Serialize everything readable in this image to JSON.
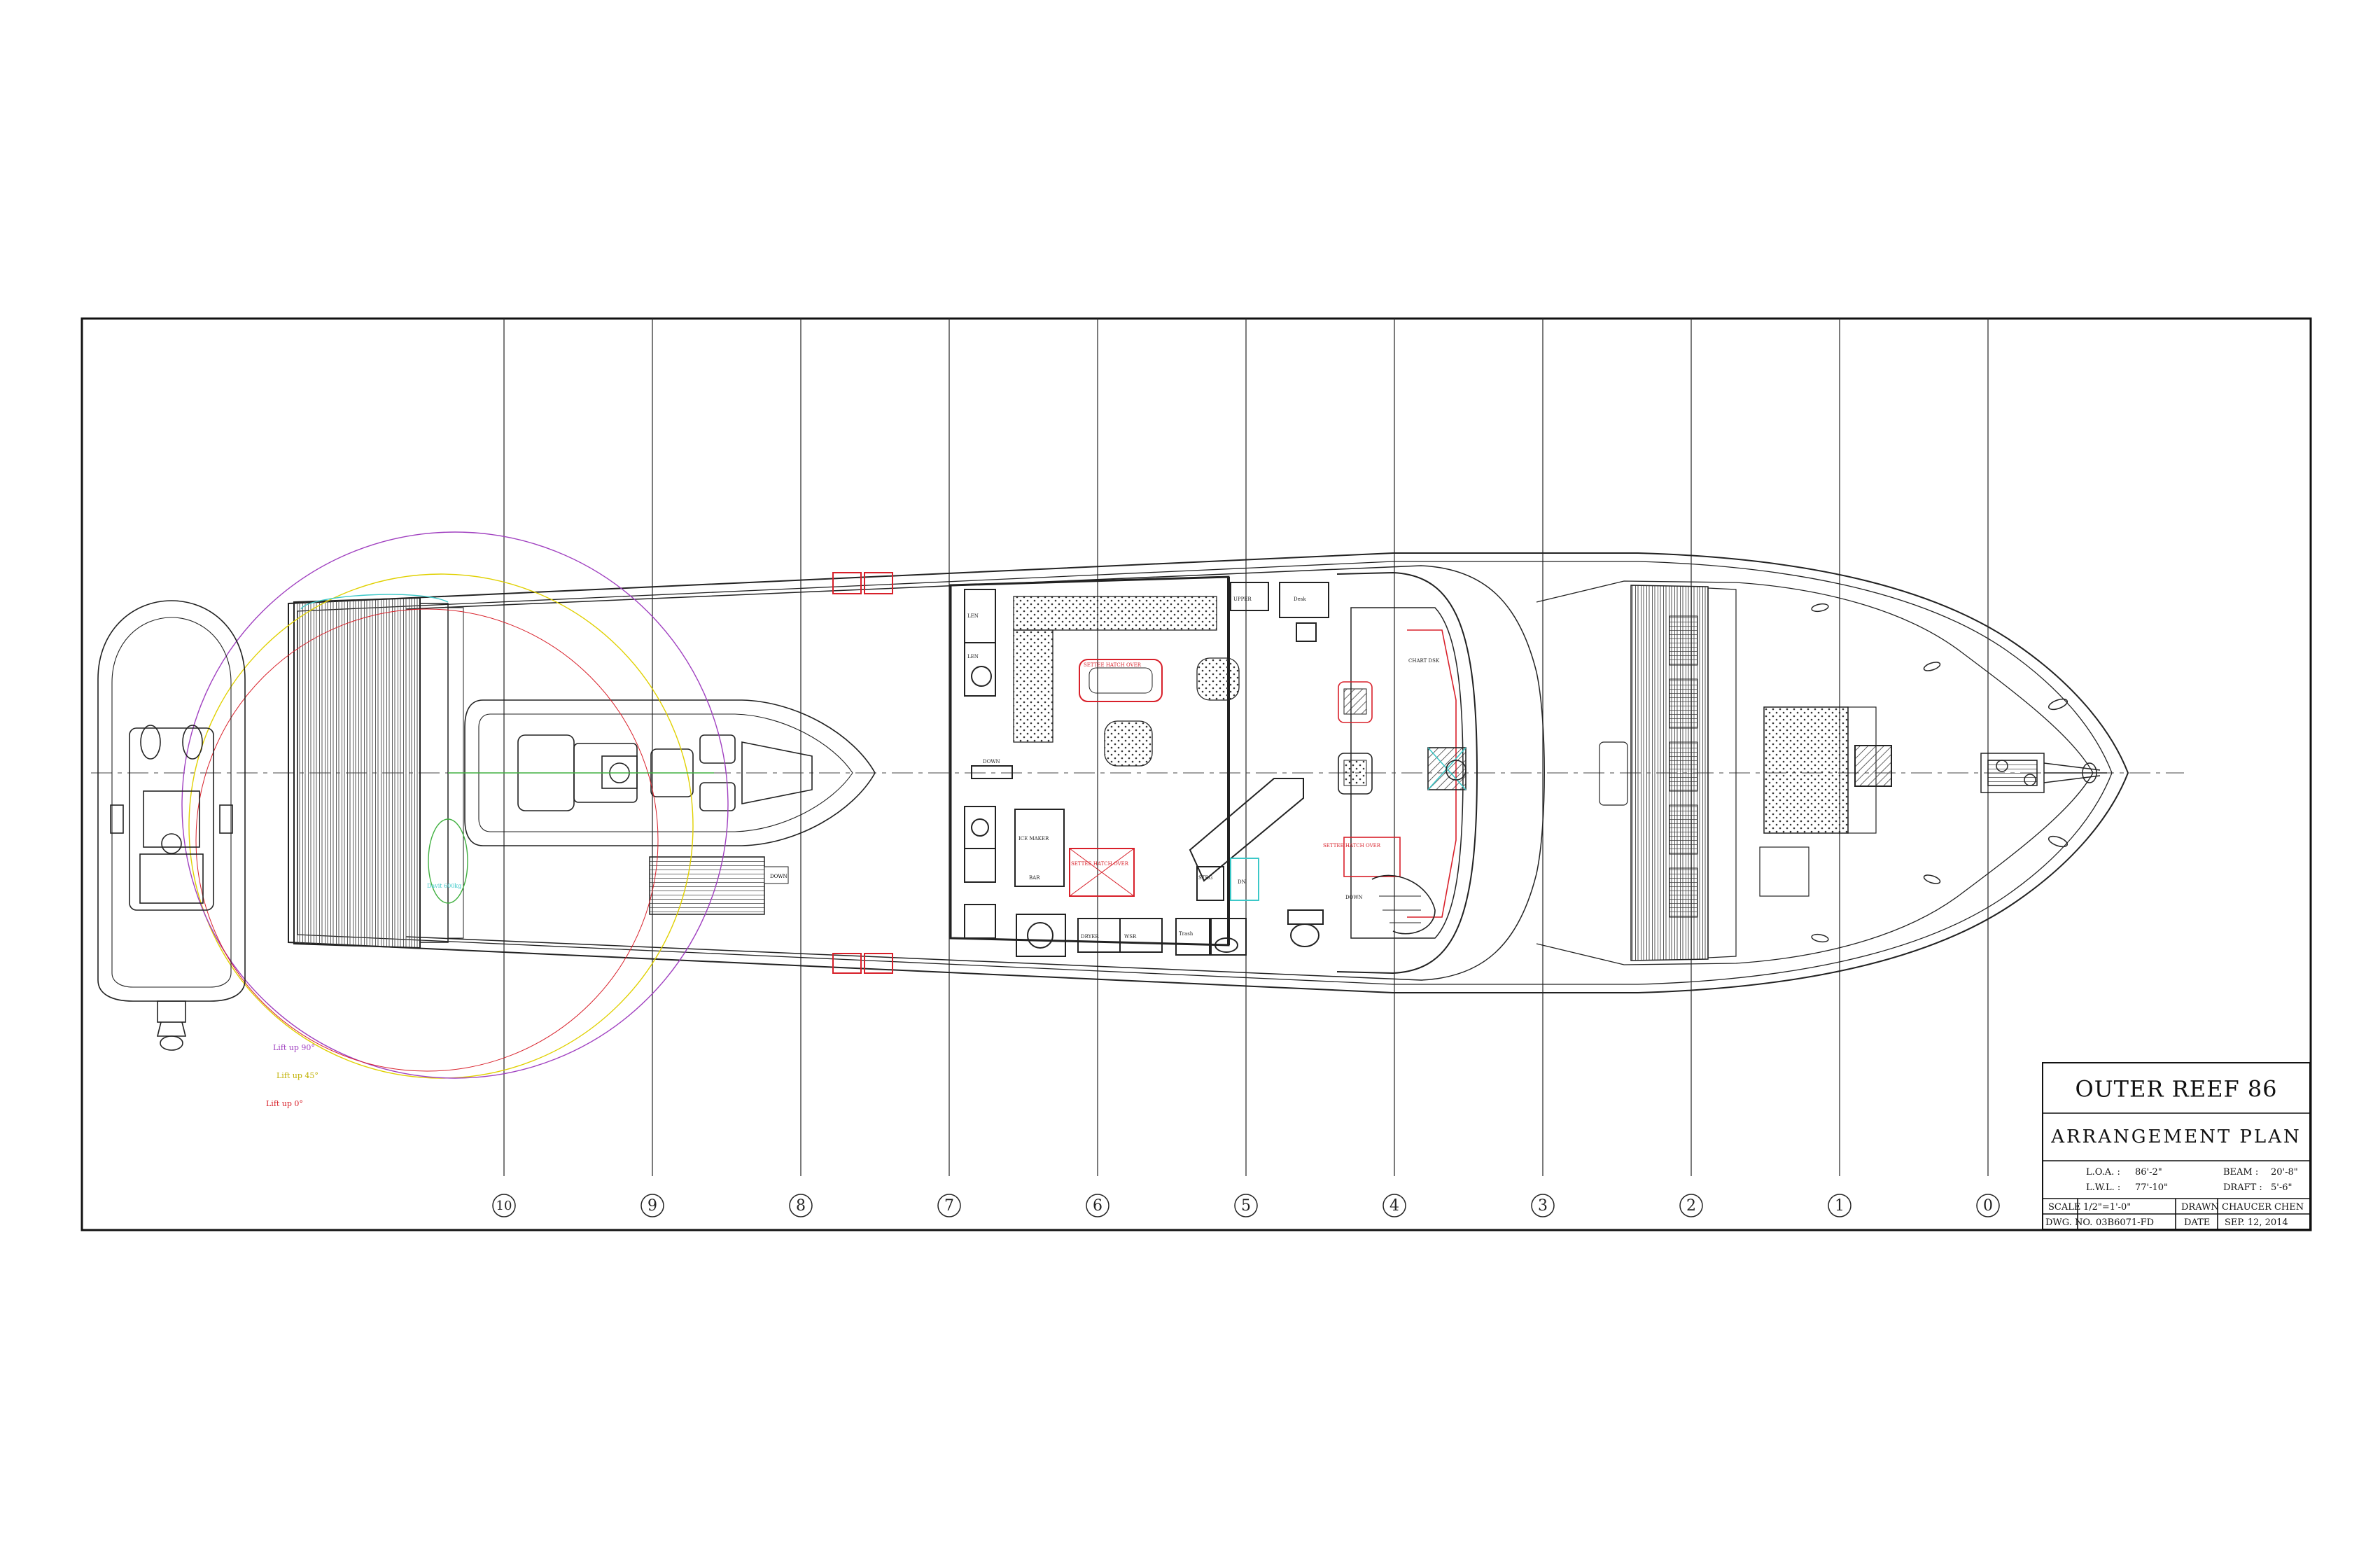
{
  "title_block": {
    "vessel": "OUTER REEF 86",
    "drawing_title": "ARRANGEMENT  PLAN",
    "loa_label": "L.O.A. :",
    "loa_value": "86'-2\"",
    "beam_label": "BEAM  :",
    "beam_value": "20'-8\"",
    "lwl_label": "L.W.L. :",
    "lwl_value": "77'-10\"",
    "draft_label": "DRAFT  :",
    "draft_value": "5'-6\"",
    "scale_label": "SCALE",
    "scale_value": "1/2\"=1'-0\"",
    "drawn_label": "DRAWN",
    "drawn_value": "CHAUCER  CHEN",
    "dwg_label": "DWG. NO.",
    "dwg_value": "03B6071-FD",
    "date_label": "DATE",
    "date_value": "SEP. 12, 2014"
  },
  "stations": [
    "10",
    "9",
    "8",
    "7",
    "6",
    "5",
    "4",
    "3",
    "2",
    "1",
    "0"
  ],
  "tender_notes": {
    "lift90": "Lift up 90°",
    "lift45": "Lift up 45°",
    "lift0": "Lift up 0°"
  },
  "room_labels": {
    "settee_hatch_upper": "SETTEE HATCH OVER",
    "settee_hatch_lower": "SETTEE HATCH OVER",
    "settee_hatch_helm": "SETTEE HATCH OVER",
    "chart_dsk": "CHART DSK",
    "linen1": "LEN",
    "linen2": "LEN",
    "ice_maker": "ICE MAKER",
    "bar": "BAR",
    "dryer": "DRYER",
    "washer": "WSR",
    "trash": "Trash",
    "storage": "STRG",
    "down_aft": "DOWN",
    "down_stair": "DOWN",
    "down_fwd": "DOWN",
    "desk": "Desk",
    "upper": "UPPER",
    "davit": "Davit 600kg",
    "dn": "DN"
  },
  "colors": {
    "line": "#222222",
    "red": "#d8202a",
    "cyan": "#3cc8c8",
    "magenta": "#a040c0",
    "yellow": "#e0d000",
    "green": "#40b040",
    "orange": "#e08020",
    "pink": "#e060a0"
  }
}
